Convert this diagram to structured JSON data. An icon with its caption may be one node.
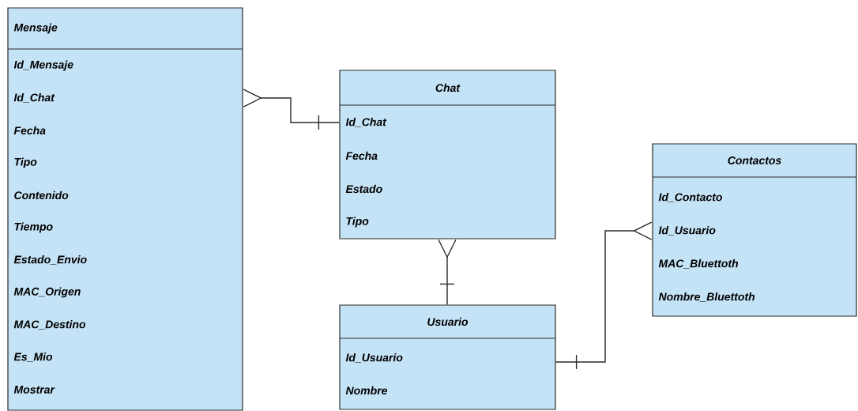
{
  "diagram": {
    "nodes": [
      {
        "text": [
          "Mensaje",
          "Id_Mensaje",
          "Id_Chat",
          "Fecha",
          "Tipo",
          "Contenido",
          "Tiempo",
          "Estado_Envio",
          "MAC_Origen",
          "MAC_Destino",
          "Es_Mio",
          "Mostrar"
        ]
      },
      {
        "text": [
          "Chat",
          "Id_Chat",
          "Fecha",
          "Estado",
          "Tipo"
        ]
      },
      {
        "text": [
          "Contactos",
          "Id_Contacto",
          "Id_Usuario",
          "MAC_Bluettoth",
          "Nombre_Bluettoth"
        ]
      },
      {
        "text": [
          "Usuario",
          "Id_Usuario",
          "Nombre"
        ]
      }
    ],
    "edges": [
      {
        "from": 0,
        "to": 1,
        "arrow": "other"
      },
      {
        "from": 1,
        "to": 3,
        "arrow": "other"
      },
      {
        "from": 2,
        "to": 3,
        "arrow": "other"
      }
    ]
  }
}
